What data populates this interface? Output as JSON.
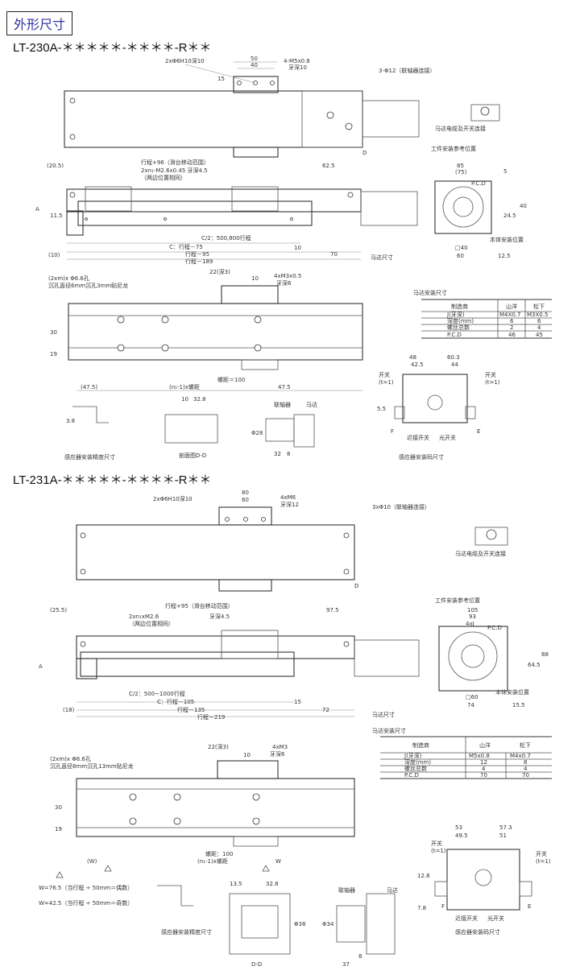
{
  "header": {
    "title": "外形尺寸"
  },
  "models": [
    {
      "name": "LT-230A-＊＊＊＊＊-＊＊＊＊-R＊＊",
      "top_view": {
        "pin": "2xΦ6H10深10",
        "w50": "50",
        "w40": "40",
        "tap": "4-M5x0.8",
        "tap_depth": "牙深10",
        "h": "15",
        "coupler": "3-Φ12（联轴器连接）",
        "motor_label": "马达电缆及开关连接",
        "d": "D"
      },
      "front_view": {
        "c1": "(20.5)",
        "range": "行程+96（滑台移动范围）",
        "tap": "2xn₁-M2.6x0.45 牙深4.5",
        "note": "（两边位置相同）",
        "r": "62.5",
        "a": "A",
        "h": "11.5",
        "c2": "C/2：500,800行程",
        "c3": "C：行程－75",
        "c4": "(10)",
        "stroke95": "行程－95",
        "total": "行程－189",
        "s10": "10",
        "s70": "70",
        "motor_size": "马达尺寸"
      },
      "side_view": {
        "title": "工件安装参考位置",
        "w85": "85",
        "w75": "(75)",
        "pcd": "P.C.D",
        "w60": "60",
        "sq": "□40",
        "r12": "12.5",
        "body": "本体安装位置",
        "h1": "40",
        "h2": "24.5",
        "h3": "5"
      },
      "bottom_view": {
        "pitch": "22(深3)",
        "tap": "4xM3x0.5",
        "depth": "牙深6",
        "holes": "(2xm)x Φ6.6孔",
        "holes2": "沉孔直径6mm沉孔3mm贴尼龙",
        "h30": "30",
        "h19": "19",
        "l1": "(47.5)",
        "l2": "(n₁-1)x螺距",
        "pitch100": "螺距＝100",
        "l3": "47.5",
        "v10": "10"
      },
      "motor_table": {
        "title": "马达安装尺寸",
        "headers": [
          "制造商",
          "山洋",
          "松下"
        ],
        "rows": [
          [
            "J(牙深)",
            "M4X0.7",
            "M3X0.5"
          ],
          [
            "深度(mm)",
            "6",
            "6"
          ],
          [
            "螺丝总数",
            "2",
            "4"
          ],
          [
            "P.C.D",
            "46",
            "45"
          ]
        ]
      },
      "sensor": {
        "w48": "48",
        "w60": "60.3",
        "w42": "42.5",
        "w44": "44",
        "sw1": "开关",
        "sw1b": "(t=1)",
        "sw2": "开关",
        "sw2b": "(t=1)",
        "near": "近接开关",
        "photo": "光开关",
        "caption": "感应器安装码尺寸",
        "e": "E",
        "f": "F",
        "h": "5.5"
      },
      "details": {
        "sensor_caption": "感应器安装精度尺寸",
        "section": "剖面图D-D",
        "coupler": "联轴器",
        "motor": "马达",
        "d1": "10",
        "d2": "32.8",
        "d3": "3.8",
        "d4": "32",
        "d5": "8",
        "d6": "Φ28"
      }
    },
    {
      "name": "LT-231A-＊＊＊＊＊-＊＊＊＊-R＊＊",
      "top_view": {
        "pin": "2xΦ6H10深10",
        "w80": "80",
        "w60": "60",
        "tap": "4xM6",
        "tap_depth": "牙深12",
        "coupler": "3xΦ10（联轴器连接）",
        "motor_label": "马达电缆及开关连接",
        "d": "D"
      },
      "front_view": {
        "c1": "(25.5)",
        "range": "行程+95（滑台移动范围）",
        "tap": "2xn₁xM2.6",
        "depth": "牙深4.5",
        "note": "（两边位置相同）",
        "r": "97.5",
        "a": "A",
        "c2": "C/2：500~1000行程",
        "c3": "C：行程－105",
        "c4": "(18)",
        "stroke135": "行程－135",
        "s15": "15",
        "s72": "72",
        "total": "行程－219",
        "motor_size": "马达尺寸"
      },
      "side_view": {
        "title": "工件安装参考位置",
        "w105": "105",
        "w93": "93",
        "tap": "4xJ",
        "pcd": "P.C.D",
        "sq": "□60",
        "w74": "74",
        "r15": "15.5",
        "body": "本体安装位置",
        "h1": "88",
        "h2": "64.5"
      },
      "bottom_view": {
        "pitch": "22(深3)",
        "tap": "4xM3",
        "depth": "牙深6",
        "holes": "(2xm)x Φ6.6孔",
        "holes2": "沉孔直径8mm沉孔13mm贴尼龙",
        "h30": "30",
        "h19": "19",
        "w": "(W)",
        "w2": "W",
        "pitch100": "螺距：100",
        "l2": "(n₁-1)x螺距",
        "v10": "10"
      },
      "notes": [
        "W=76.5（当行程 ÷ 50mm＝偶数）",
        "W=42.5（当行程 ÷ 50mm＝奇数）"
      ],
      "motor_table": {
        "title": "马达安装尺寸",
        "headers": [
          "制造商",
          "山洋",
          "松下"
        ],
        "rows": [
          [
            "J(牙深)",
            "M5x0.8",
            "M4x0.7"
          ],
          [
            "深度(mm)",
            "12",
            "8"
          ],
          [
            "螺丝总数",
            "4",
            "4"
          ],
          [
            "P.C.D",
            "70",
            "70"
          ]
        ]
      },
      "sensor": {
        "w53": "53",
        "w57": "57.3",
        "w49": "49.5",
        "w51": "51",
        "sw1": "开关",
        "sw1b": "(t=1)",
        "sw2": "开关",
        "sw2b": "(t=1)",
        "near": "近接开关",
        "photo": "光开关",
        "caption": "感应器安装码尺寸",
        "e": "E",
        "f": "F",
        "h": "12.8",
        "h2": "7.8"
      },
      "details": {
        "sensor_caption": "感应器安装精度尺寸",
        "section": "D-D",
        "coupler": "联轴器",
        "motor": "马达",
        "d1": "13.5",
        "d2": "32.8",
        "d3": "37",
        "d4": "8",
        "d5": "Φ34",
        "d6": "Φ38"
      }
    }
  ]
}
